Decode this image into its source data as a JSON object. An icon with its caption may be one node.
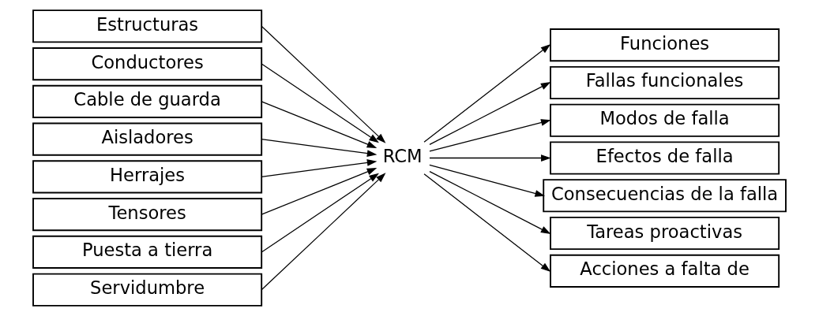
{
  "diagram": {
    "nodes": [
      {
        "text": [
          "Estructuras"
        ]
      },
      {
        "text": [
          "Conductores"
        ]
      },
      {
        "text": [
          "Cable de guarda"
        ]
      },
      {
        "text": [
          "Aisladores"
        ]
      },
      {
        "text": [
          "Herrajes"
        ]
      },
      {
        "text": [
          "Tensores"
        ]
      },
      {
        "text": [
          "Puesta a tierra"
        ]
      },
      {
        "text": [
          "Servidumbre"
        ]
      },
      {
        "text": [
          "RCM"
        ]
      },
      {
        "text": [
          "Funciones"
        ]
      },
      {
        "text": [
          "Fallas funcionales"
        ]
      },
      {
        "text": [
          "Modos de falla"
        ]
      },
      {
        "text": [
          "Efectos de falla"
        ]
      },
      {
        "text": [
          "Consecuencias de la falla"
        ]
      },
      {
        "text": [
          "Tareas proactivas"
        ]
      },
      {
        "text": [
          "Acciones a falta de"
        ]
      }
    ],
    "edges": [
      {
        "from": 0,
        "to": 8,
        "arrow": "to"
      },
      {
        "from": 1,
        "to": 8,
        "arrow": "to"
      },
      {
        "from": 2,
        "to": 8,
        "arrow": "to"
      },
      {
        "from": 3,
        "to": 8,
        "arrow": "to"
      },
      {
        "from": 4,
        "to": 8,
        "arrow": "to"
      },
      {
        "from": 5,
        "to": 8,
        "arrow": "to"
      },
      {
        "from": 6,
        "to": 8,
        "arrow": "to"
      },
      {
        "from": 7,
        "to": 8,
        "arrow": "to"
      },
      {
        "from": 8,
        "to": 9,
        "arrow": "to"
      },
      {
        "from": 8,
        "to": 10,
        "arrow": "to"
      },
      {
        "from": 8,
        "to": 11,
        "arrow": "to"
      },
      {
        "from": 8,
        "to": 12,
        "arrow": "to"
      },
      {
        "from": 8,
        "to": 13,
        "arrow": "to"
      },
      {
        "from": 8,
        "to": 14,
        "arrow": "to"
      },
      {
        "from": 8,
        "to": 15,
        "arrow": "to"
      }
    ]
  }
}
